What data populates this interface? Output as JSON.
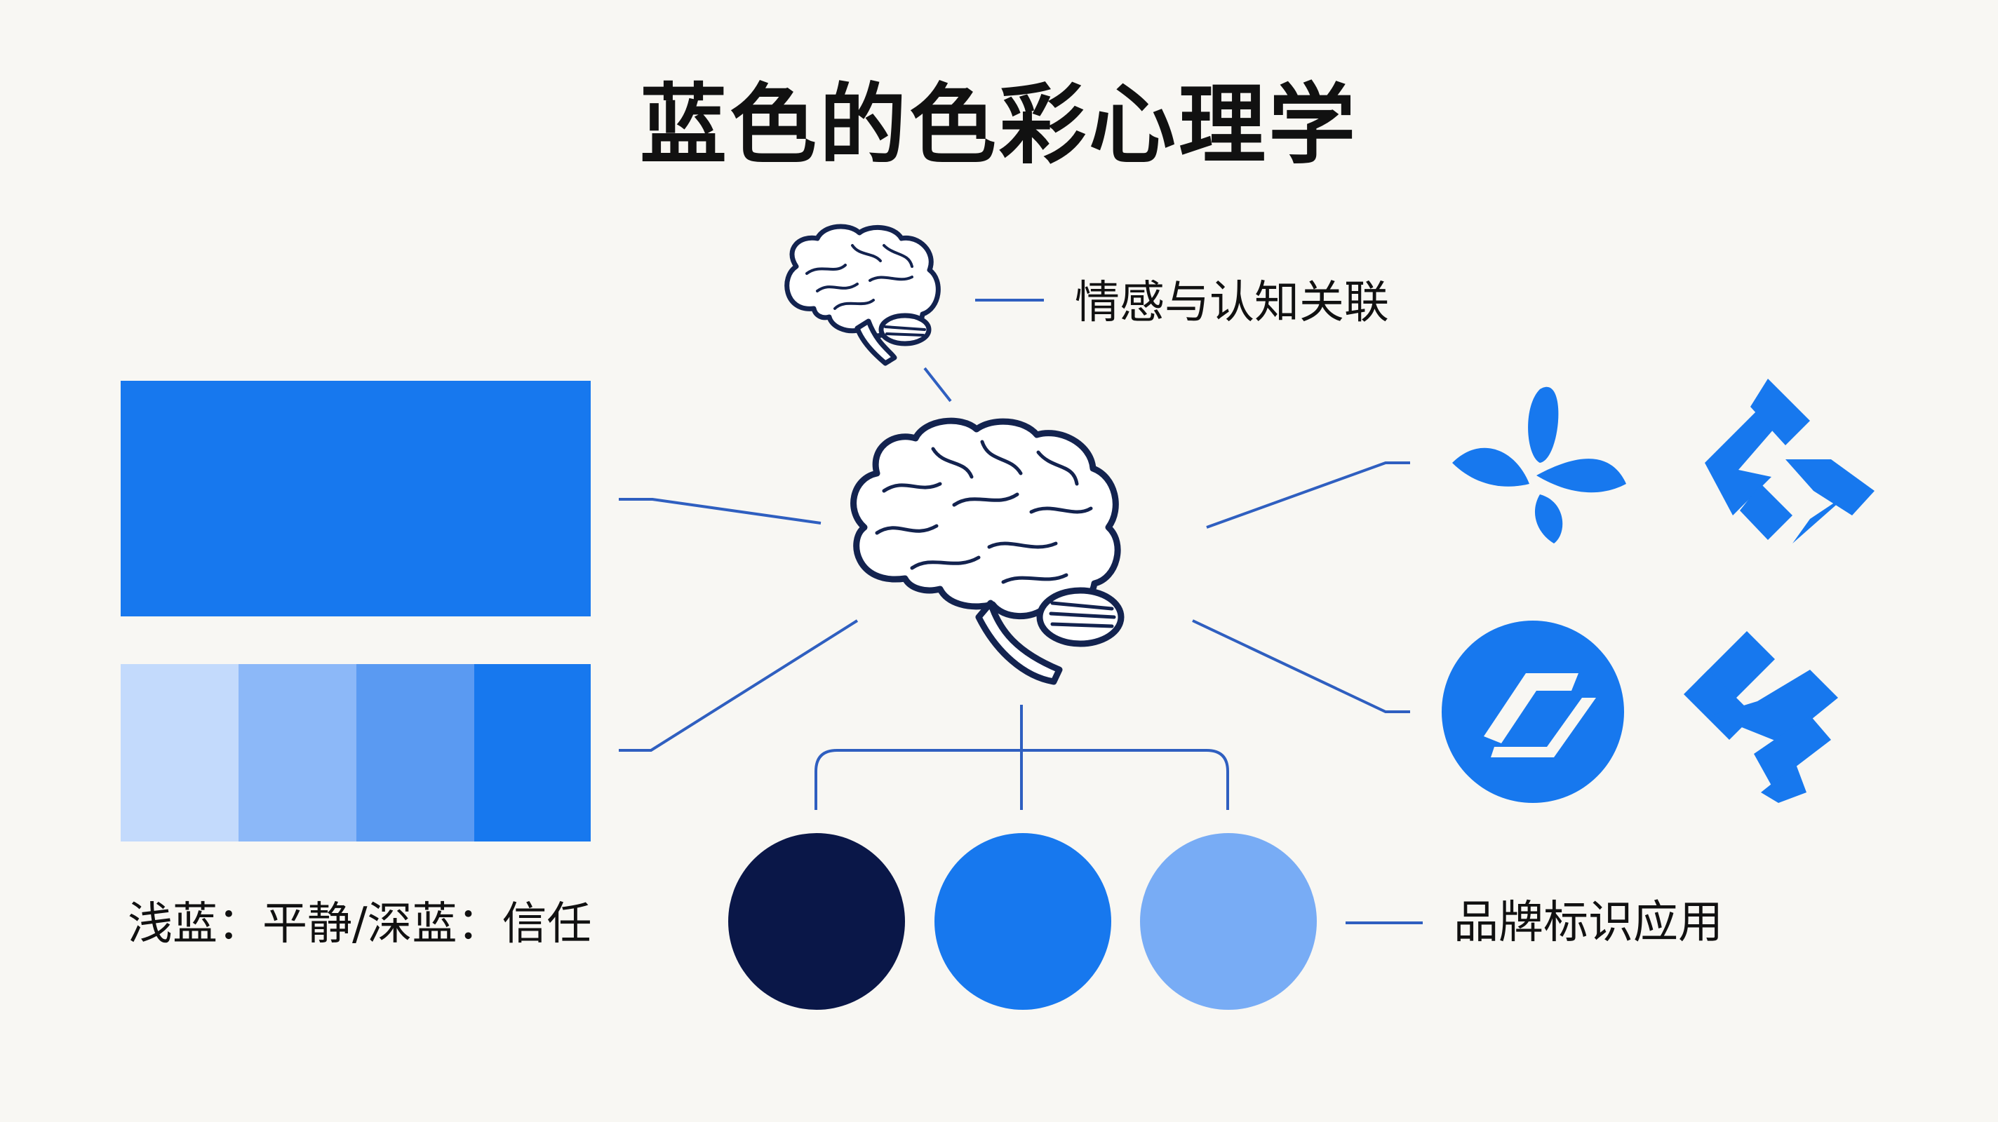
{
  "title": "蓝色的色彩心理学",
  "labels": {
    "emotion": "情感与认知关联",
    "calm_trust": "浅蓝：平静/深蓝：信任",
    "brand": "品牌标识应用"
  },
  "colors": {
    "background": "#f8f7f3",
    "main_blue": "#1778ee",
    "line_blue": "#2f5fc0",
    "brain_outline": "#13234f",
    "palette": [
      "#c3dafc",
      "#8cb8f8",
      "#5a9af2",
      "#1778ee"
    ],
    "circles": [
      "#0a1748",
      "#1778ee",
      "#78acf5"
    ]
  },
  "icons": [
    "brain-icon-small",
    "brain-icon-large",
    "leaf-cross-logo-icon",
    "diamond-cross-logo-icon",
    "s-circle-logo-icon",
    "s-diamond-logo-icon"
  ]
}
